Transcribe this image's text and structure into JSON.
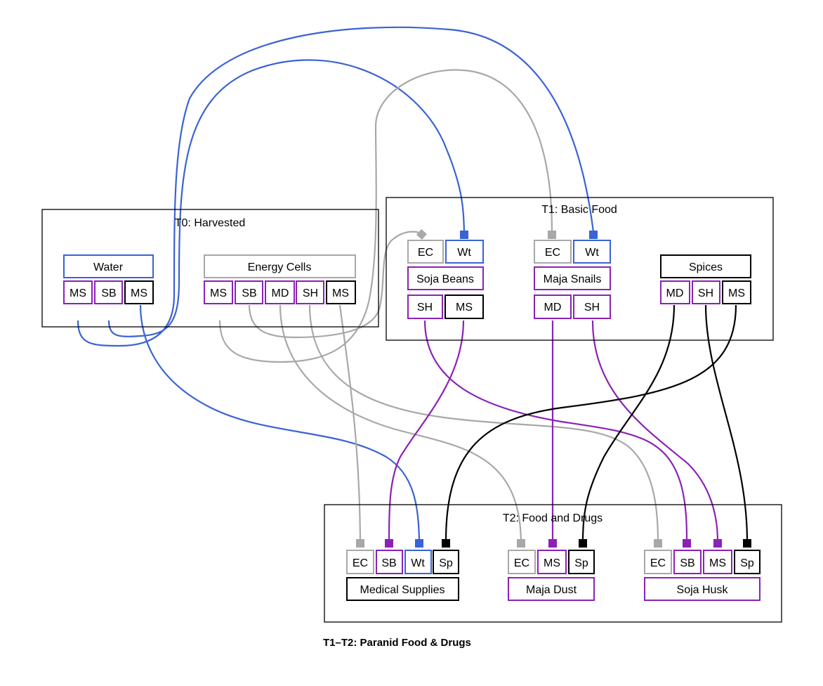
{
  "caption": "T1–T2: Paranid Food & Drugs",
  "colors": {
    "water": "#3a63d4",
    "energy": "#a8a8a8",
    "purple": "#8b22b5",
    "black": "#000000"
  },
  "clusters": [
    {
      "id": "t0",
      "label": "T0: Harvested"
    },
    {
      "id": "t1",
      "label": "T1: Basic Food"
    },
    {
      "id": "t2",
      "label": "T2: Food and Drugs"
    }
  ],
  "nodes": {
    "water": {
      "label": "Water",
      "color": "water",
      "outputs": [
        {
          "label": "MS",
          "color": "purple"
        },
        {
          "label": "SB",
          "color": "purple"
        },
        {
          "label": "MS",
          "color": "black"
        }
      ]
    },
    "energy_cells": {
      "label": "Energy Cells",
      "color": "energy",
      "outputs": [
        {
          "label": "MS",
          "color": "purple"
        },
        {
          "label": "SB",
          "color": "purple"
        },
        {
          "label": "MD",
          "color": "purple"
        },
        {
          "label": "SH",
          "color": "purple"
        },
        {
          "label": "MS",
          "color": "black"
        }
      ]
    },
    "soja_beans": {
      "label": "Soja Beans",
      "color": "purple",
      "inputs": [
        {
          "label": "EC",
          "color": "energy"
        },
        {
          "label": "Wt",
          "color": "water"
        }
      ],
      "outputs": [
        {
          "label": "SH",
          "color": "purple"
        },
        {
          "label": "MS",
          "color": "black"
        }
      ]
    },
    "maja_snails": {
      "label": "Maja Snails",
      "color": "purple",
      "inputs": [
        {
          "label": "EC",
          "color": "energy"
        },
        {
          "label": "Wt",
          "color": "water"
        }
      ],
      "outputs": [
        {
          "label": "MD",
          "color": "purple"
        },
        {
          "label": "SH",
          "color": "purple"
        }
      ]
    },
    "spices": {
      "label": "Spices",
      "color": "black",
      "outputs": [
        {
          "label": "MD",
          "color": "purple"
        },
        {
          "label": "SH",
          "color": "purple"
        },
        {
          "label": "MS",
          "color": "black"
        }
      ]
    },
    "medical_supplies": {
      "label": "Medical Supplies",
      "color": "black",
      "inputs": [
        {
          "label": "EC",
          "color": "energy"
        },
        {
          "label": "SB",
          "color": "purple"
        },
        {
          "label": "Wt",
          "color": "water"
        },
        {
          "label": "Sp",
          "color": "black"
        }
      ]
    },
    "maja_dust": {
      "label": "Maja Dust",
      "color": "purple",
      "inputs": [
        {
          "label": "EC",
          "color": "energy"
        },
        {
          "label": "MS",
          "color": "purple"
        },
        {
          "label": "Sp",
          "color": "black"
        }
      ]
    },
    "soja_husk": {
      "label": "Soja Husk",
      "color": "purple",
      "inputs": [
        {
          "label": "EC",
          "color": "energy"
        },
        {
          "label": "SB",
          "color": "purple"
        },
        {
          "label": "MS",
          "color": "purple"
        },
        {
          "label": "Sp",
          "color": "black"
        }
      ]
    }
  },
  "edges": [
    {
      "from": "water.MS(purple)",
      "to": "maja_snails.Wt",
      "color": "water"
    },
    {
      "from": "water.SB",
      "to": "soja_beans.Wt",
      "color": "water"
    },
    {
      "from": "water.MS(black)",
      "to": "medical_supplies.Wt",
      "color": "water"
    },
    {
      "from": "energy_cells.MS(purple)",
      "to": "maja_snails.EC",
      "color": "energy"
    },
    {
      "from": "energy_cells.SB",
      "to": "soja_beans.EC",
      "color": "energy"
    },
    {
      "from": "energy_cells.MD",
      "to": "maja_dust.EC",
      "color": "energy"
    },
    {
      "from": "energy_cells.SH",
      "to": "soja_husk.EC",
      "color": "energy"
    },
    {
      "from": "energy_cells.MS(black)",
      "to": "medical_supplies.EC",
      "color": "energy"
    },
    {
      "from": "soja_beans.SH",
      "to": "soja_husk.SB",
      "color": "purple"
    },
    {
      "from": "soja_beans.MS",
      "to": "medical_supplies.SB",
      "color": "purple"
    },
    {
      "from": "maja_snails.MD",
      "to": "maja_dust.MS",
      "color": "purple"
    },
    {
      "from": "maja_snails.SH",
      "to": "soja_husk.MS",
      "color": "purple"
    },
    {
      "from": "spices.MD",
      "to": "maja_dust.Sp",
      "color": "black"
    },
    {
      "from": "spices.SH",
      "to": "soja_husk.Sp",
      "color": "black"
    },
    {
      "from": "spices.MS",
      "to": "medical_supplies.Sp",
      "color": "black"
    }
  ]
}
